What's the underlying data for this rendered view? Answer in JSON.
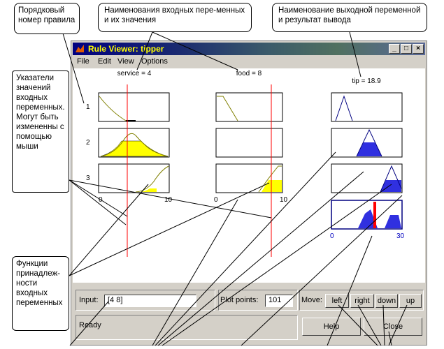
{
  "window": {
    "title": "Rule Viewer: tipper",
    "menu": [
      "File",
      "Edit",
      "View",
      "Options"
    ],
    "controls": [
      "_",
      "□",
      "×"
    ]
  },
  "plots": {
    "input1_header": "service = 4",
    "input2_header": "food = 8",
    "output_header": "tip = 18.9",
    "rule_numbers": [
      "1",
      "2",
      "3"
    ],
    "input1_axis": [
      "0",
      "10"
    ],
    "input2_axis": [
      "0",
      "10"
    ],
    "output_axis": [
      "0",
      "30"
    ]
  },
  "bottom": {
    "input_label": "Input:",
    "input_value": "[4 8]",
    "plot_points_label": "Plot points:",
    "plot_points_value": "101",
    "move_label": "Move:",
    "move_buttons": [
      "left",
      "right",
      "down",
      "up"
    ],
    "status": "Ready",
    "help": "Help",
    "close": "Close"
  },
  "annotations": {
    "rule_number": "Порядковый номер правила",
    "inputs_names": "Наименования входных пере-менных и их значения",
    "output_name": "Наименование выходной переменной и результат вывода",
    "pointers": "Указатели значений входных переменных. Могут быть измененны с помощью мыши",
    "membership": "Функции принадлеж-ности входных переменных"
  },
  "colors": {
    "fill_yellow": "#ffff00",
    "fill_blue": "#3030e0",
    "marker_red": "#ff0000",
    "frame": "#000080"
  }
}
